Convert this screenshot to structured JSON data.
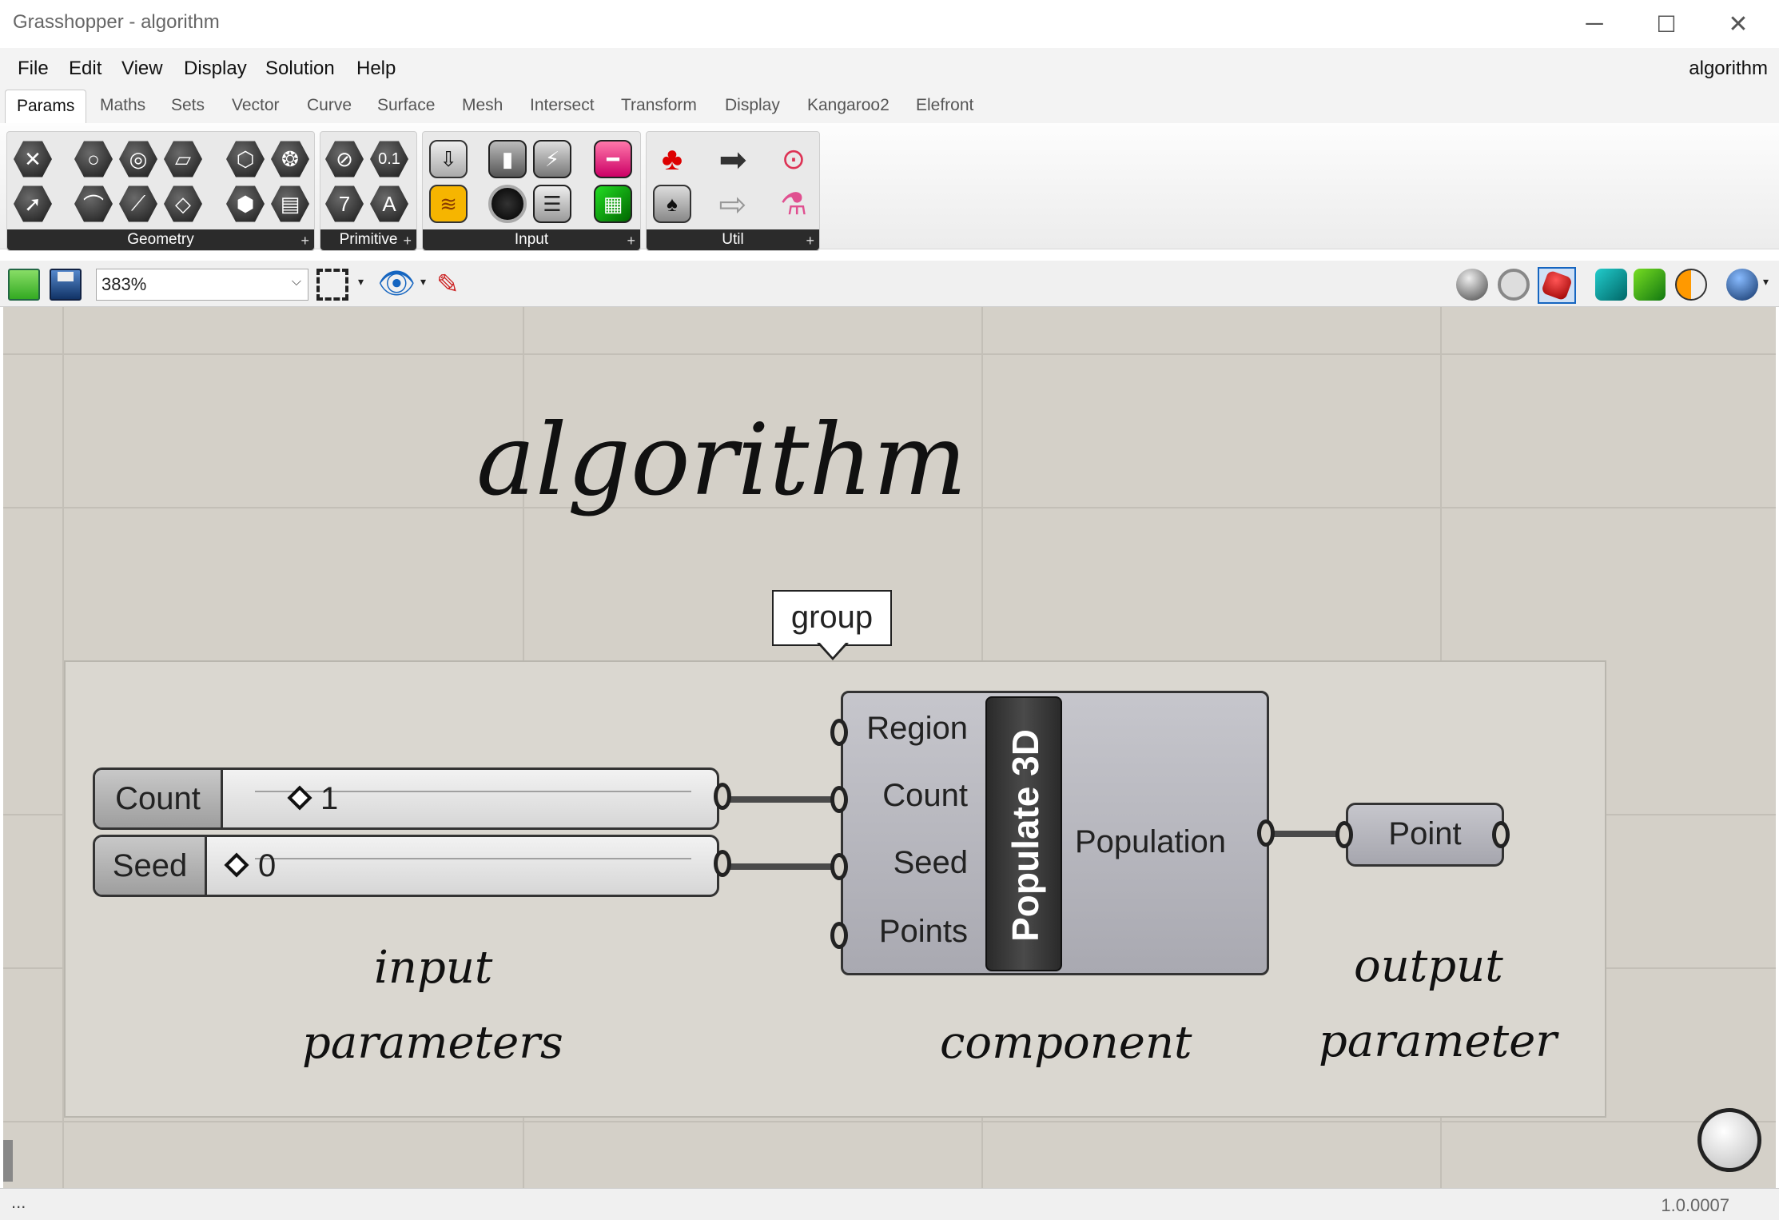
{
  "window": {
    "title": "Grasshopper - algorithm",
    "minimize_glyph": "─",
    "maximize_glyph": "☐",
    "close_glyph": "✕"
  },
  "menubar": {
    "items": [
      "File",
      "Edit",
      "View",
      "Display",
      "Solution",
      "Help"
    ],
    "document_name": "algorithm"
  },
  "tabs": {
    "active": "Params",
    "others": [
      "Maths",
      "Sets",
      "Vector",
      "Curve",
      "Surface",
      "Mesh",
      "Intersect",
      "Transform",
      "Display",
      "Kangaroo2",
      "Elefront"
    ]
  },
  "ribbon": {
    "panels": [
      "Geometry",
      "Primitive",
      "Input",
      "Util"
    ],
    "primitive_labels": {
      "number": "0.1",
      "integer": "7",
      "text": "A"
    }
  },
  "canvas_toolbar": {
    "zoom": "383%"
  },
  "canvas": {
    "title_scribble": "algorithm",
    "group_label": "group",
    "sliders": [
      {
        "name": "Count",
        "value": "1"
      },
      {
        "name": "Seed",
        "value": "0"
      }
    ],
    "component": {
      "title": "Populate 3D",
      "inputs": [
        "Region",
        "Count",
        "Seed",
        "Points"
      ],
      "output": "Population"
    },
    "output_param": "Point",
    "notes": {
      "input_line1": "input",
      "input_line2": "parameters",
      "component": "component",
      "output_line1": "output",
      "output_line2": "parameter"
    }
  },
  "statusbar": {
    "left": "...",
    "version": "1.0.0007"
  }
}
